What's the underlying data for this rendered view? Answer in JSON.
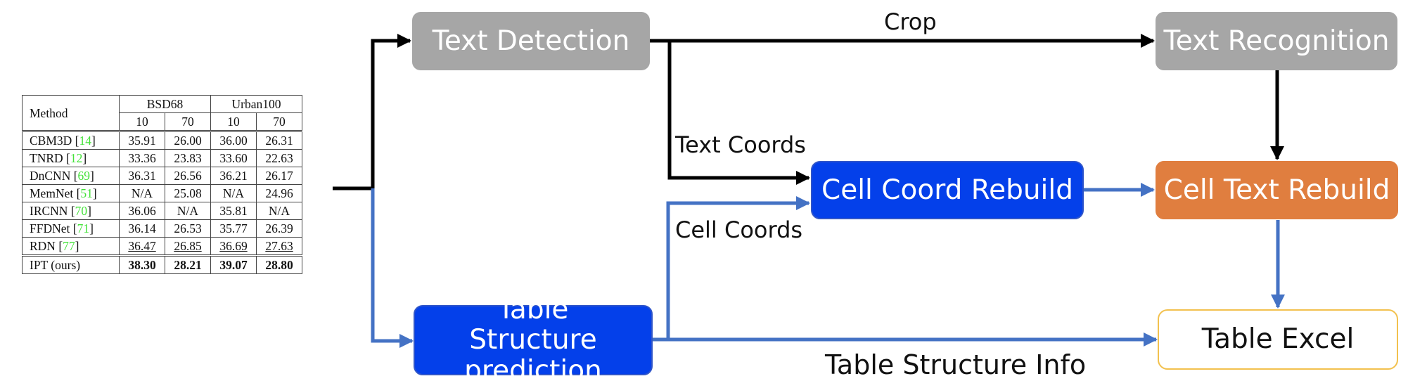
{
  "nodes": {
    "text_detection": "Text Detection",
    "text_recognition": "Text Recognition",
    "cell_coord_rebuild": "Cell Coord Rebuild",
    "cell_text_rebuild": "Cell Text Rebuild",
    "table_structure_prediction": "Table Structure prediction",
    "table_excel": "Table Excel"
  },
  "edge_labels": {
    "crop": "Crop",
    "text_coords": "Text Coords",
    "cell_coords": "Cell Coords",
    "table_structure_info": "Table Structure Info"
  },
  "colors": {
    "black_edge": "#000000",
    "blue_edge": "#4472c4",
    "gray_node": "#a6a6a6",
    "blue_node": "#0440ea",
    "orange_node": "#e07e3f",
    "excel_border": "#f2c14e",
    "ref_green": "#44e23a"
  },
  "input_table": {
    "headers": {
      "method": "Method",
      "group1": "BSD68",
      "group2": "Urban100",
      "sub": [
        "10",
        "70",
        "10",
        "70"
      ]
    },
    "rows": [
      {
        "method": "CBM3D",
        "ref": "14",
        "values": [
          "35.91",
          "26.00",
          "36.00",
          "26.31"
        ]
      },
      {
        "method": "TNRD",
        "ref": "12",
        "values": [
          "33.36",
          "23.83",
          "33.60",
          "22.63"
        ]
      },
      {
        "method": "DnCNN",
        "ref": "69",
        "values": [
          "36.31",
          "26.56",
          "36.21",
          "26.17"
        ]
      },
      {
        "method": "MemNet",
        "ref": "51",
        "values": [
          "N/A",
          "25.08",
          "N/A",
          "24.96"
        ]
      },
      {
        "method": "IRCNN",
        "ref": "70",
        "values": [
          "36.06",
          "N/A",
          "35.81",
          "N/A"
        ]
      },
      {
        "method": "FFDNet",
        "ref": "71",
        "values": [
          "36.14",
          "26.53",
          "35.77",
          "26.39"
        ]
      },
      {
        "method": "RDN",
        "ref": "77",
        "values": [
          "36.47",
          "26.85",
          "36.69",
          "27.63"
        ]
      }
    ],
    "last_row": {
      "method": "IPT (ours)",
      "values": [
        "38.30",
        "28.21",
        "39.07",
        "28.80"
      ]
    }
  }
}
